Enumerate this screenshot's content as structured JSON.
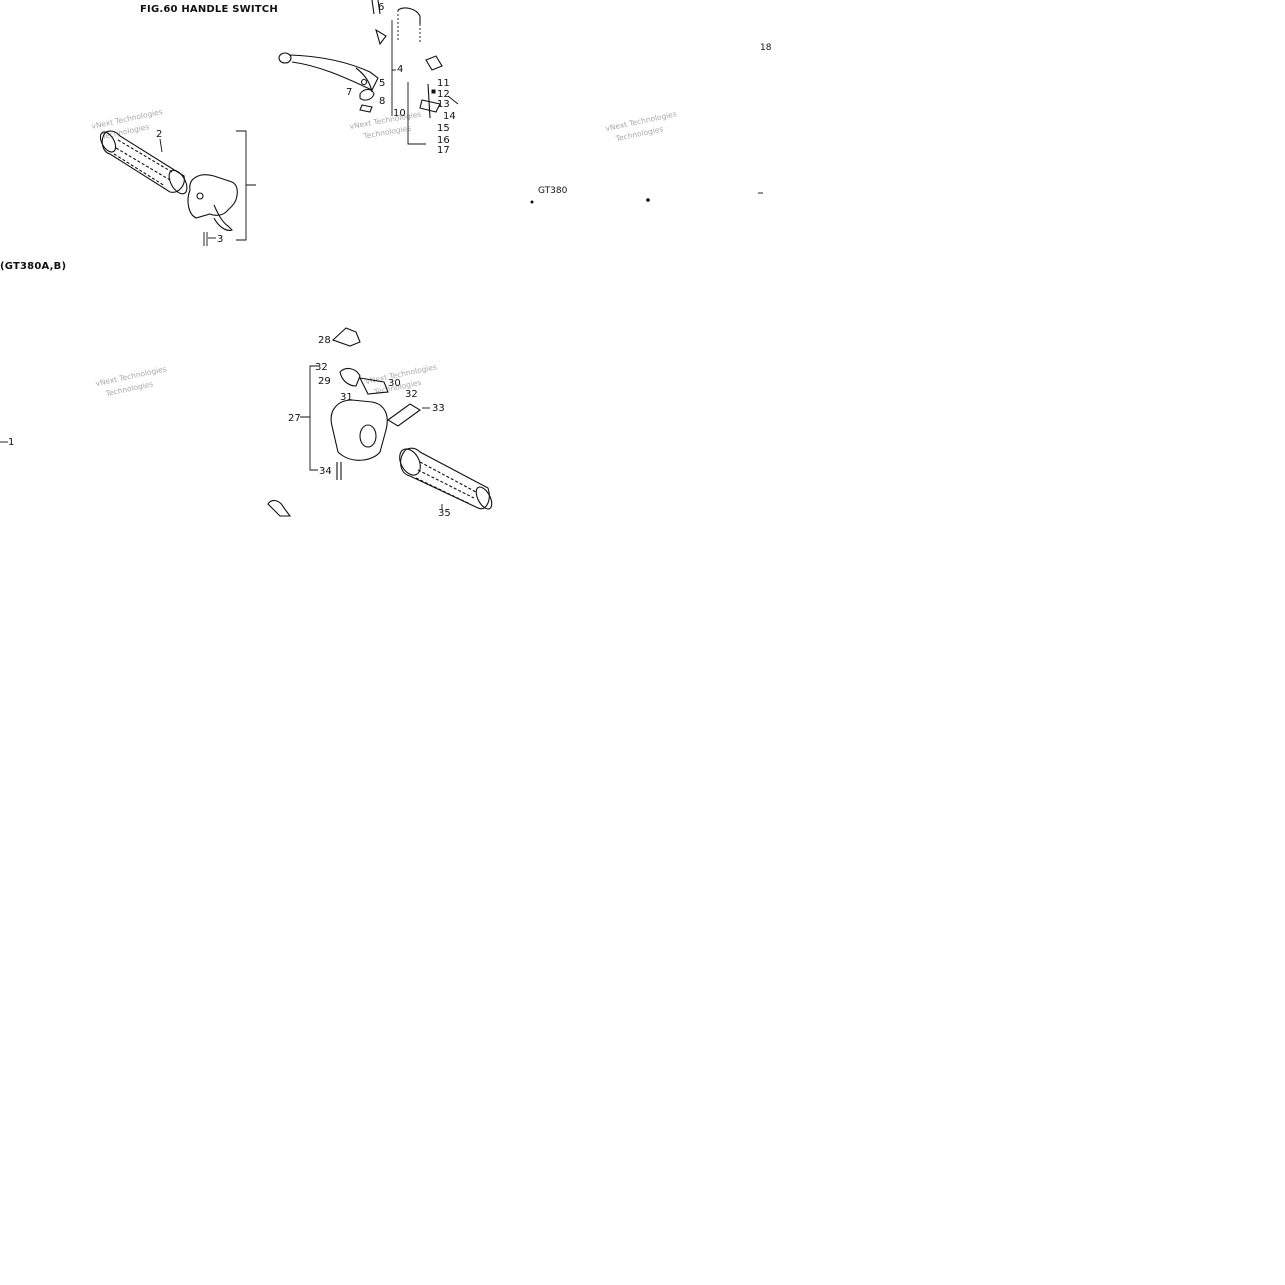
{
  "figure": {
    "title": "FIG.60  HANDLE SWITCH",
    "subtitle": "(GT380A,B)",
    "model_label": "GT380"
  },
  "watermark": {
    "line1": "vNext Technologies",
    "line2": "Technologies"
  },
  "callouts": {
    "c1": "1",
    "c2": "2",
    "c3": "3",
    "c4": "4",
    "c5": "5",
    "c6": "6",
    "c7": "7",
    "c8": "8",
    "c10": "10",
    "c11": "11",
    "c12": "12",
    "c13": "13",
    "c14": "14",
    "c15": "15",
    "c16": "16",
    "c17": "17",
    "c18": "18",
    "c27": "27",
    "c28": "28",
    "c29": "29",
    "c30": "30",
    "c31": "31",
    "c32": "32",
    "c33": "33",
    "c34": "34",
    "c35": "35"
  },
  "colors": {
    "ink": "#111111",
    "background": "#ffffff",
    "watermark": "#9a9a9a"
  }
}
